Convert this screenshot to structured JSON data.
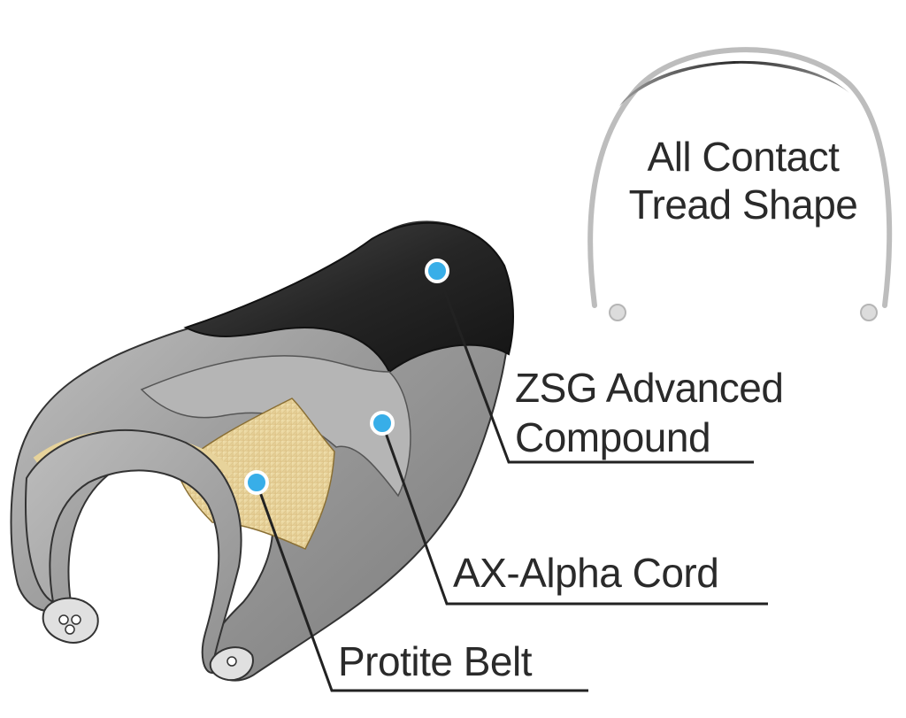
{
  "tread_shape": {
    "line1": "All Contact",
    "line2": "Tread Shape"
  },
  "callouts": [
    {
      "line1": "ZSG Advanced",
      "line2": "Compound",
      "marker_color": "#38aee8"
    },
    {
      "line1": "AX-Alpha Cord",
      "marker_color": "#38aee8"
    },
    {
      "line1": "Protite Belt",
      "marker_color": "#38aee8"
    }
  ],
  "colors": {
    "tread_rubber": "#2b2b2b",
    "casing": "#8e8e8e",
    "belt": "#e7d39b",
    "marker": "#38aee8",
    "leader": "#222222",
    "text": "#2a2a2a"
  }
}
